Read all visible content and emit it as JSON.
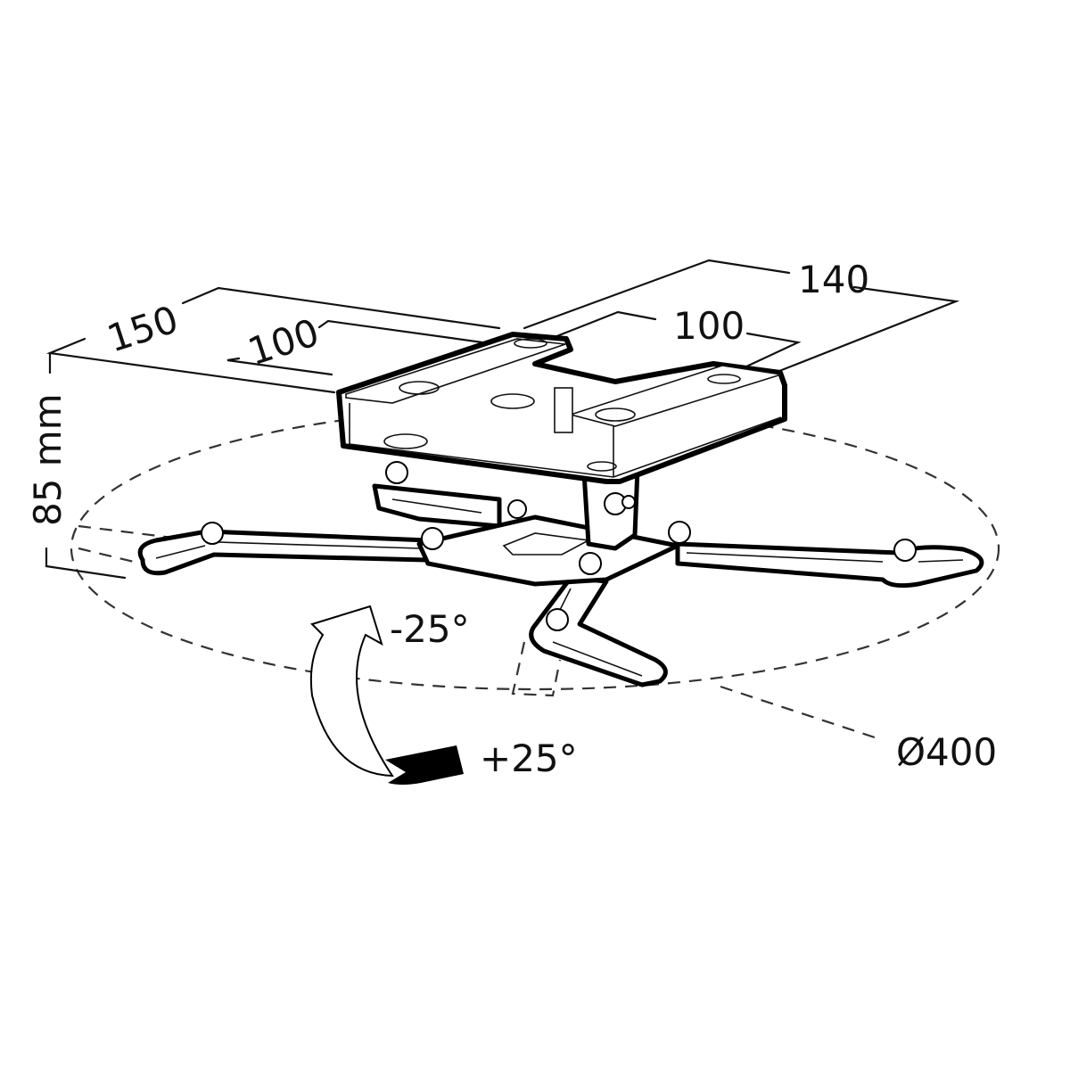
{
  "diagram": {
    "subject": "projector ceiling mount",
    "dimensions": {
      "plate_depth": "150",
      "plate_inner_depth": "100",
      "plate_width": "140",
      "plate_inner_width": "100",
      "height": "85 mm",
      "rotation_diameter": "Ø400"
    },
    "tilt": {
      "minus": "-25°",
      "plus": "+25°"
    },
    "colors": {
      "line": "#000000",
      "background": "#ffffff"
    }
  }
}
